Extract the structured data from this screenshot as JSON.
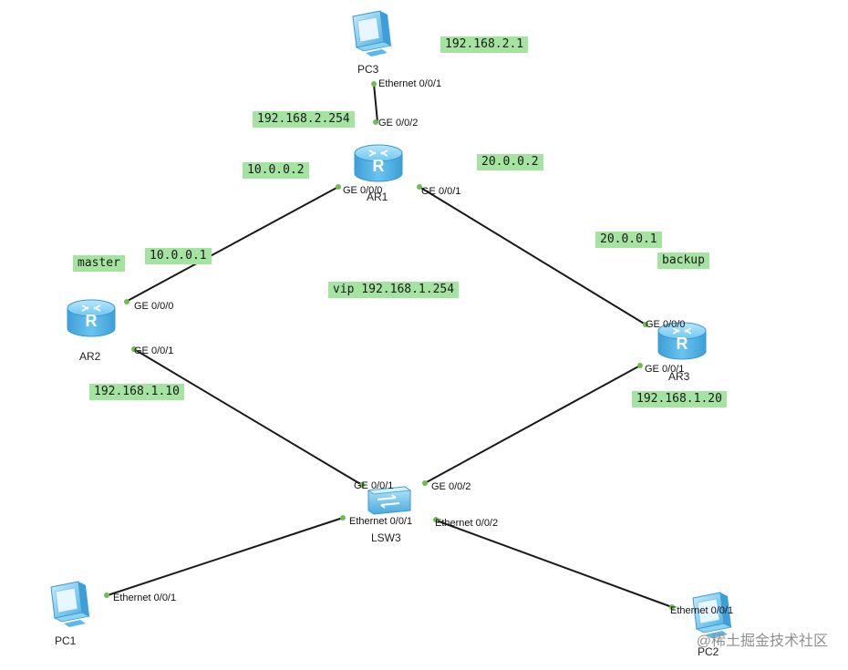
{
  "devices": {
    "pc3": {
      "name": "PC3"
    },
    "ar1": {
      "name": "AR1"
    },
    "ar2": {
      "name": "AR2"
    },
    "ar3": {
      "name": "AR3"
    },
    "lsw3": {
      "name": "LSW3"
    },
    "pc1": {
      "name": "PC1"
    },
    "pc2": {
      "name": "PC2"
    }
  },
  "ports": {
    "pc3_eth": "Ethernet 0/0/1",
    "ar1_ge002": "GE 0/0/2",
    "ar1_ge000": "GE 0/0/0",
    "ar1_ge001": "GE 0/0/1",
    "ar2_ge000": "GE 0/0/0",
    "ar2_ge001": "GE 0/0/1",
    "ar3_ge000": "GE 0/0/0",
    "ar3_ge001": "GE 0/0/1",
    "lsw_ge001": "GE 0/0/1",
    "lsw_ge002": "GE 0/0/2",
    "lsw_eth001": "Ethernet 0/0/1",
    "lsw_eth002": "Ethernet 0/0/2",
    "pc1_eth": "Ethernet 0/0/1",
    "pc2_eth": "Ethernet 0/0/1"
  },
  "annotations": {
    "ip_pc3": "192.168.2.1",
    "ip_ar1_lan": "192.168.2.254",
    "ip_ar1_to_ar2": "10.0.0.2",
    "ip_ar1_to_ar3": "20.0.0.2",
    "ip_ar2_to_ar1": "10.0.0.1",
    "role_master": "master",
    "vip": "vip 192.168.1.254",
    "ip_ar3_to_ar1": "20.0.0.1",
    "role_backup": "backup",
    "ip_ar2_lan": "192.168.1.10",
    "ip_ar3_lan": "192.168.1.20"
  },
  "colors": {
    "label_bg": "#a4e3a0",
    "device_blue": "#5bb8ea",
    "link": "#1a1a1a",
    "port_dot": "#6cc04a"
  },
  "watermark": "@稀土掘金技术社区"
}
